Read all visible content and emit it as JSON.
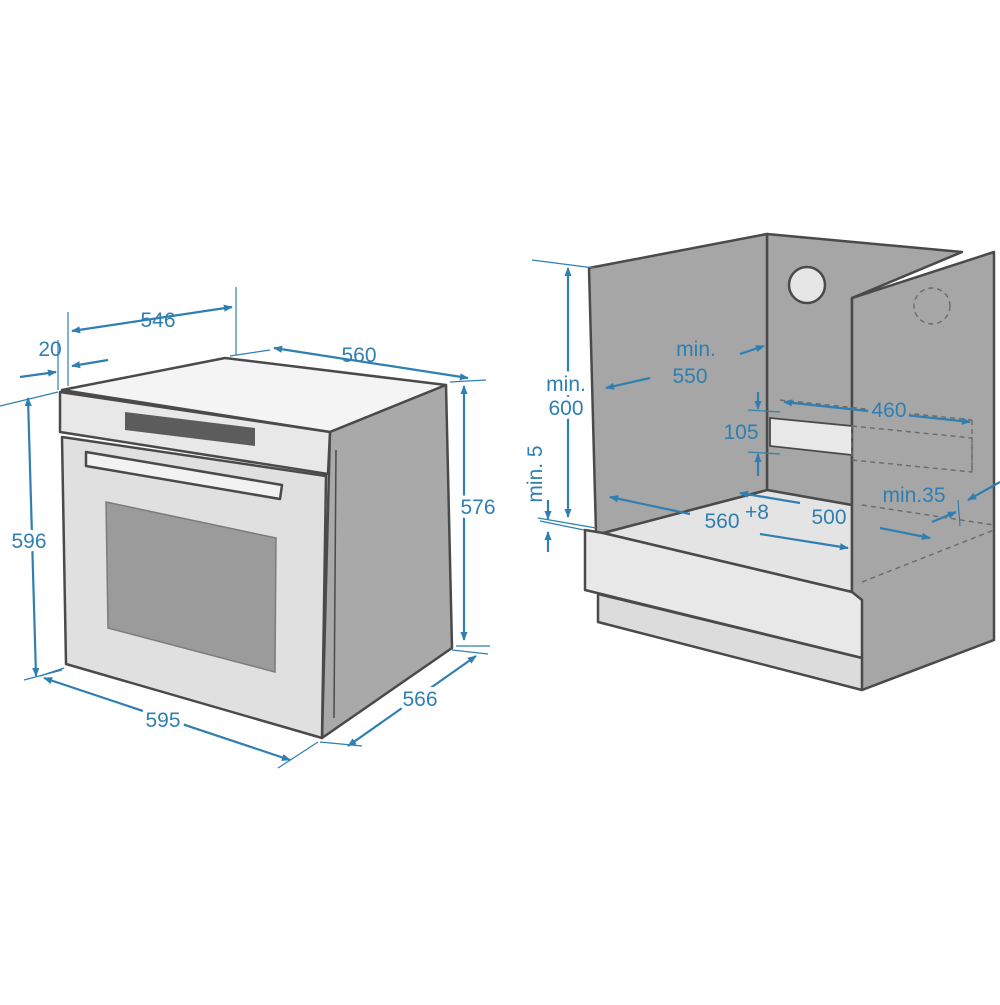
{
  "colors": {
    "dimension": "#2f7fb1",
    "outline": "#4a4a4a",
    "side_panel": "#a9a9a9",
    "front_panel": "#e0e0e0",
    "window": "#9b9b9b",
    "cabinet_wall": "#a6a6a6",
    "cabinet_floor": "#e4e4e4"
  },
  "oven": {
    "dims": {
      "d546": "546",
      "d20": "20",
      "d560": "560",
      "d596": "596",
      "d576": "576",
      "d595": "595",
      "d566": "566"
    }
  },
  "cabinet": {
    "dims": {
      "min_label": "min.",
      "d550": "550",
      "d600": "600",
      "min5": "min. 5",
      "d105": "105",
      "d460": "460",
      "min35": "min.35",
      "d560": "560",
      "d560_tol": "+8",
      "d500": "500"
    }
  }
}
